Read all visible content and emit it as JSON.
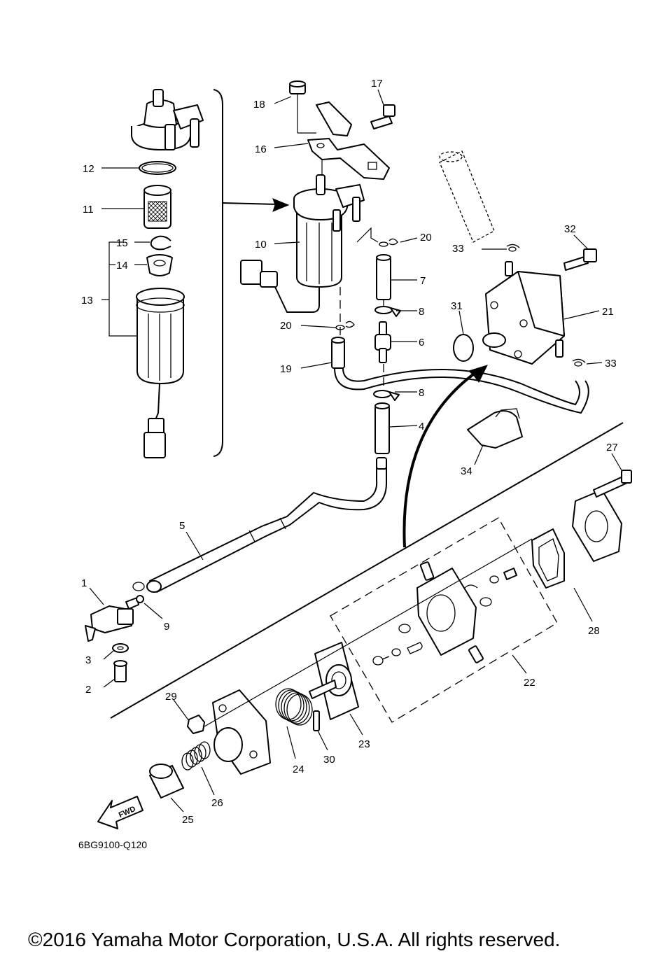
{
  "diagram": {
    "code": "6BG9100-Q120",
    "copyright": "©2016 Yamaha Motor Corporation, U.S.A. All rights reserved.",
    "fwd_label": "FWD",
    "callouts": [
      "1",
      "2",
      "3",
      "4",
      "5",
      "6",
      "7",
      "8",
      "8",
      "9",
      "10",
      "11",
      "12",
      "13",
      "14",
      "15",
      "16",
      "17",
      "18",
      "19",
      "20",
      "20",
      "21",
      "22",
      "23",
      "24",
      "25",
      "26",
      "27",
      "28",
      "29",
      "30",
      "31",
      "32",
      "33",
      "33",
      "34"
    ]
  }
}
